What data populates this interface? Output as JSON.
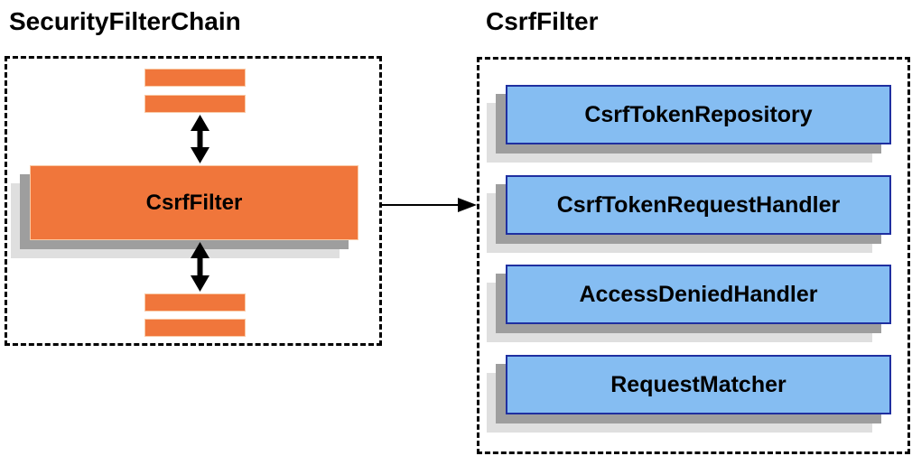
{
  "diagram": {
    "left_panel": {
      "title": "SecurityFilterChain",
      "filter_label": "CsrfFilter",
      "top_placeholder_filter_bars": 2,
      "bottom_placeholder_filter_bars": 2
    },
    "right_panel": {
      "title": "CsrfFilter",
      "components": [
        {
          "label": "CsrfTokenRepository"
        },
        {
          "label": "CsrfTokenRequestHandler"
        },
        {
          "label": "AccessDeniedHandler"
        },
        {
          "label": "RequestMatcher"
        }
      ]
    },
    "colors": {
      "filter_fill": "#F0763B",
      "filter_border": "#F9C9A4",
      "component_fill": "#85BDF2",
      "component_border": "#1F2FA0",
      "shadow_dark": "#9E9E9E",
      "shadow_light": "#DFDFDF",
      "dashed_border": "#000000",
      "arrow": "#000000",
      "title_text": "#000000"
    }
  }
}
